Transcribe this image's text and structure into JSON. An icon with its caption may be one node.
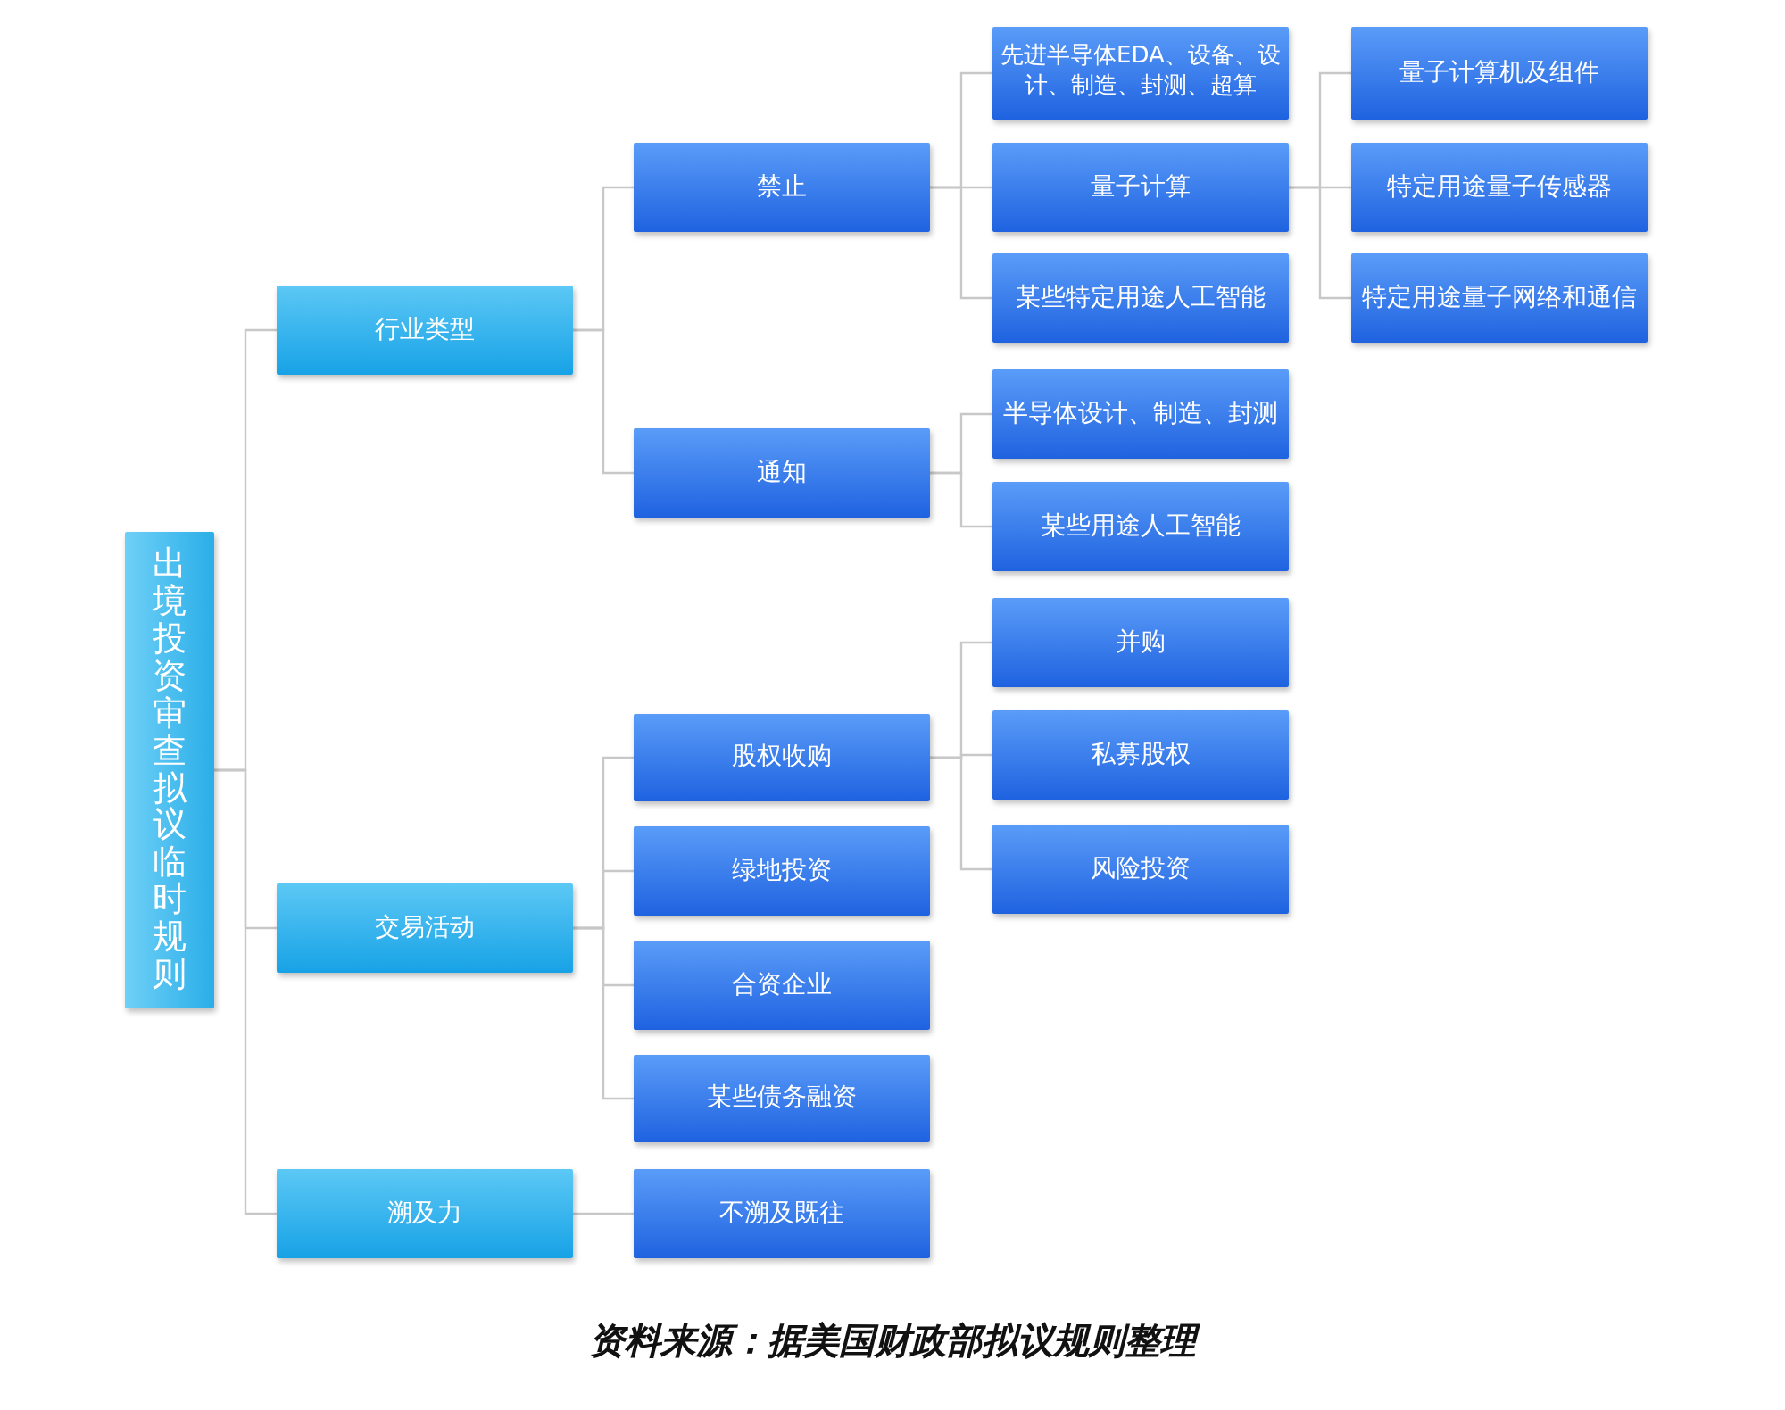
{
  "diagram": {
    "caption": "资料来源：据美国财政部拟议规则整理",
    "nodes": [
      {
        "text": [
          "出境投资审查拟议临时规则"
        ]
      },
      {
        "text": [
          "行业类型"
        ]
      },
      {
        "text": [
          "交易活动"
        ]
      },
      {
        "text": [
          "溯及力"
        ]
      },
      {
        "text": [
          "禁止"
        ]
      },
      {
        "text": [
          "通知"
        ]
      },
      {
        "text": [
          "股权收购"
        ]
      },
      {
        "text": [
          "绿地投资"
        ]
      },
      {
        "text": [
          "合资企业"
        ]
      },
      {
        "text": [
          "某些债务融资"
        ]
      },
      {
        "text": [
          "不溯及既往"
        ]
      },
      {
        "text": [
          "先进半导体EDA、设备、设计、制造、封测、超算"
        ]
      },
      {
        "text": [
          "量子计算"
        ]
      },
      {
        "text": [
          "某些特定用途人工智能"
        ]
      },
      {
        "text": [
          "半导体设计、制造、封测"
        ]
      },
      {
        "text": [
          "某些用途人工智能"
        ]
      },
      {
        "text": [
          "并购"
        ]
      },
      {
        "text": [
          "私募股权"
        ]
      },
      {
        "text": [
          "风险投资"
        ]
      },
      {
        "text": [
          "量子计算机及组件"
        ]
      },
      {
        "text": [
          "特定用途量子传感器"
        ]
      },
      {
        "text": [
          "特定用途量子网络和通信"
        ]
      }
    ],
    "edges": [
      {
        "from": 0,
        "to": 1,
        "arrow": "none"
      },
      {
        "from": 0,
        "to": 2,
        "arrow": "none"
      },
      {
        "from": 0,
        "to": 3,
        "arrow": "none"
      },
      {
        "from": 1,
        "to": 4,
        "arrow": "none"
      },
      {
        "from": 1,
        "to": 5,
        "arrow": "none"
      },
      {
        "from": 4,
        "to": 11,
        "arrow": "none"
      },
      {
        "from": 4,
        "to": 12,
        "arrow": "none"
      },
      {
        "from": 4,
        "to": 13,
        "arrow": "none"
      },
      {
        "from": 12,
        "to": 19,
        "arrow": "none"
      },
      {
        "from": 12,
        "to": 20,
        "arrow": "none"
      },
      {
        "from": 12,
        "to": 21,
        "arrow": "none"
      },
      {
        "from": 5,
        "to": 14,
        "arrow": "none"
      },
      {
        "from": 5,
        "to": 15,
        "arrow": "none"
      },
      {
        "from": 2,
        "to": 6,
        "arrow": "none"
      },
      {
        "from": 2,
        "to": 7,
        "arrow": "none"
      },
      {
        "from": 2,
        "to": 8,
        "arrow": "none"
      },
      {
        "from": 2,
        "to": 9,
        "arrow": "none"
      },
      {
        "from": 6,
        "to": 16,
        "arrow": "none"
      },
      {
        "from": 6,
        "to": 17,
        "arrow": "none"
      },
      {
        "from": 6,
        "to": 18,
        "arrow": "none"
      },
      {
        "from": 3,
        "to": 10,
        "arrow": "none"
      }
    ]
  }
}
